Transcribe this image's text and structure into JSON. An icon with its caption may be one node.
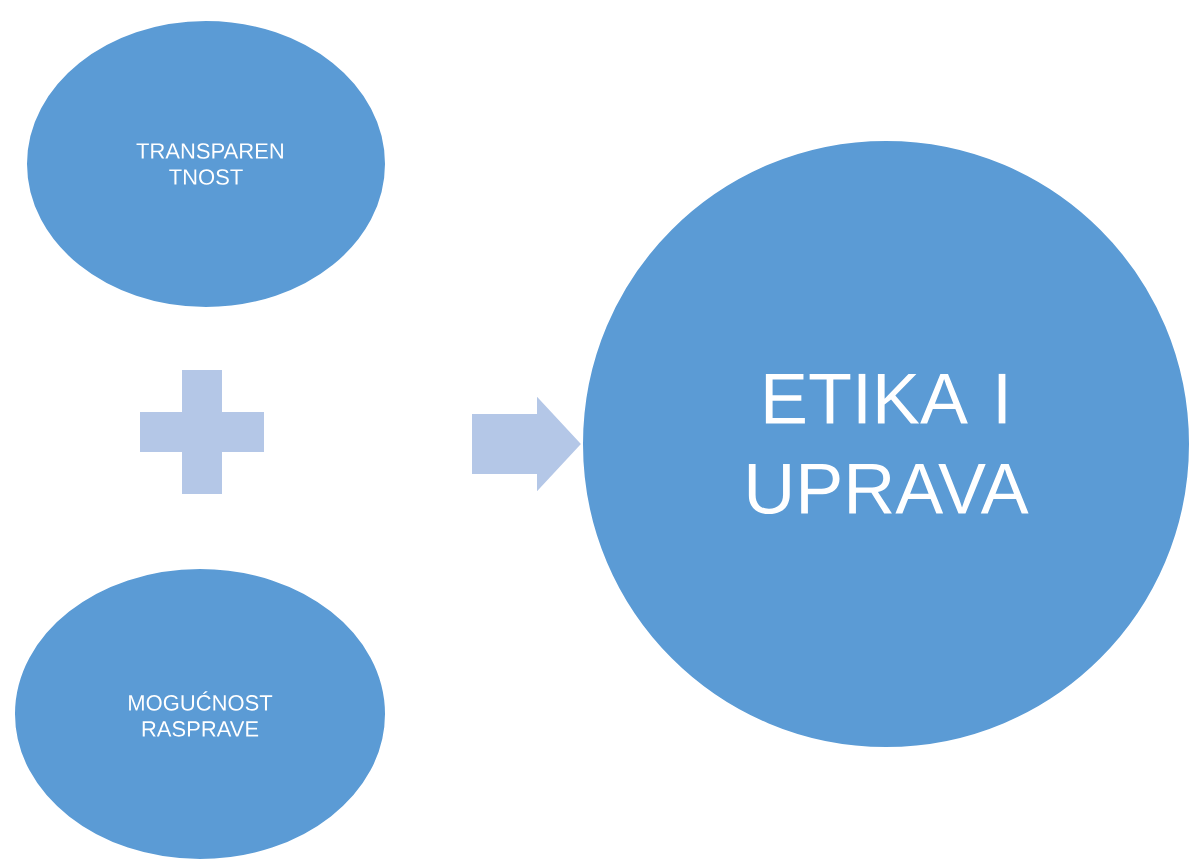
{
  "diagram": {
    "nodes": [
      {
        "text": [
          "TRANSPAREN TNOST"
        ]
      },
      {
        "text": [],
        "shape": "plus"
      },
      {
        "text": [
          "MOGUĆNOST RASPRAVE"
        ]
      },
      {
        "text": [
          "ETIKA I UPRAVA"
        ]
      }
    ],
    "edges": [
      {
        "from": null,
        "to": 3,
        "arrow": "to"
      }
    ]
  }
}
